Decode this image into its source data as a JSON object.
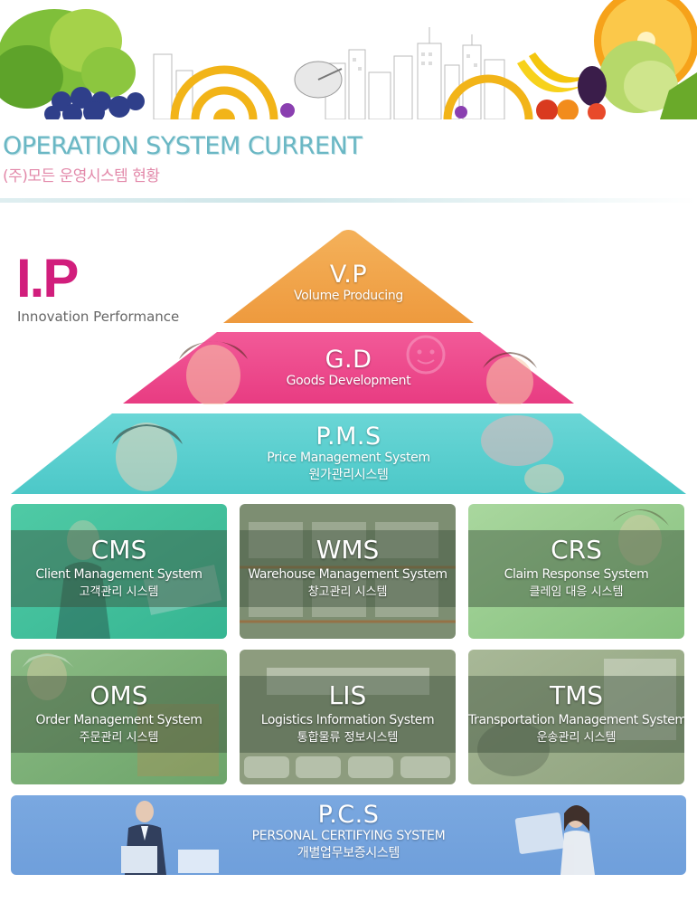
{
  "heading": {
    "title": "OPERATION SYSTEM CURRENT",
    "subtitle": "(주)모든 운영시스템 현황"
  },
  "logo": {
    "mark": "I.P",
    "tagline": "Innovation Performance"
  },
  "pyramid": {
    "vp": {
      "title": "V.P",
      "subtitle": "Volume Producing",
      "color": "#f0a04b"
    },
    "gd": {
      "title": "G.D",
      "subtitle": "Goods Development",
      "color": "#ee4c8e"
    },
    "pms": {
      "title": "P.M.S",
      "subtitle": "Price Management  System",
      "subtitle_ko": "원가관리시스템",
      "color": "#5fd0d0"
    }
  },
  "systems": [
    {
      "title": "CMS",
      "en": "Client Management System",
      "ko": "고객관리 시스템",
      "color": "#3fbf9b"
    },
    {
      "title": "WMS",
      "en": "Warehouse Management System",
      "ko": "창고관리 시스템",
      "color": "#7a8d6e"
    },
    {
      "title": "CRS",
      "en": "Claim Response System",
      "ko": "클레임 대응 시스템",
      "color": "#93c98a"
    },
    {
      "title": "OMS",
      "en": "Order Management System",
      "ko": "주문관리 시스템",
      "color": "#7fb07a"
    },
    {
      "title": "LIS",
      "en": "Logistics Information  System",
      "ko": "통합물류 정보시스템",
      "color": "#8c9c7c"
    },
    {
      "title": "TMS",
      "en": "Transportation Management System",
      "ko": "운송관리 시스템",
      "color": "#9cb08a"
    }
  ],
  "pcs": {
    "title": "P.C.S",
    "subtitle": "PERSONAL CERTIFYING SYSTEM",
    "subtitle_ko": "개별업무보증시스템",
    "color": "#74a4de"
  }
}
